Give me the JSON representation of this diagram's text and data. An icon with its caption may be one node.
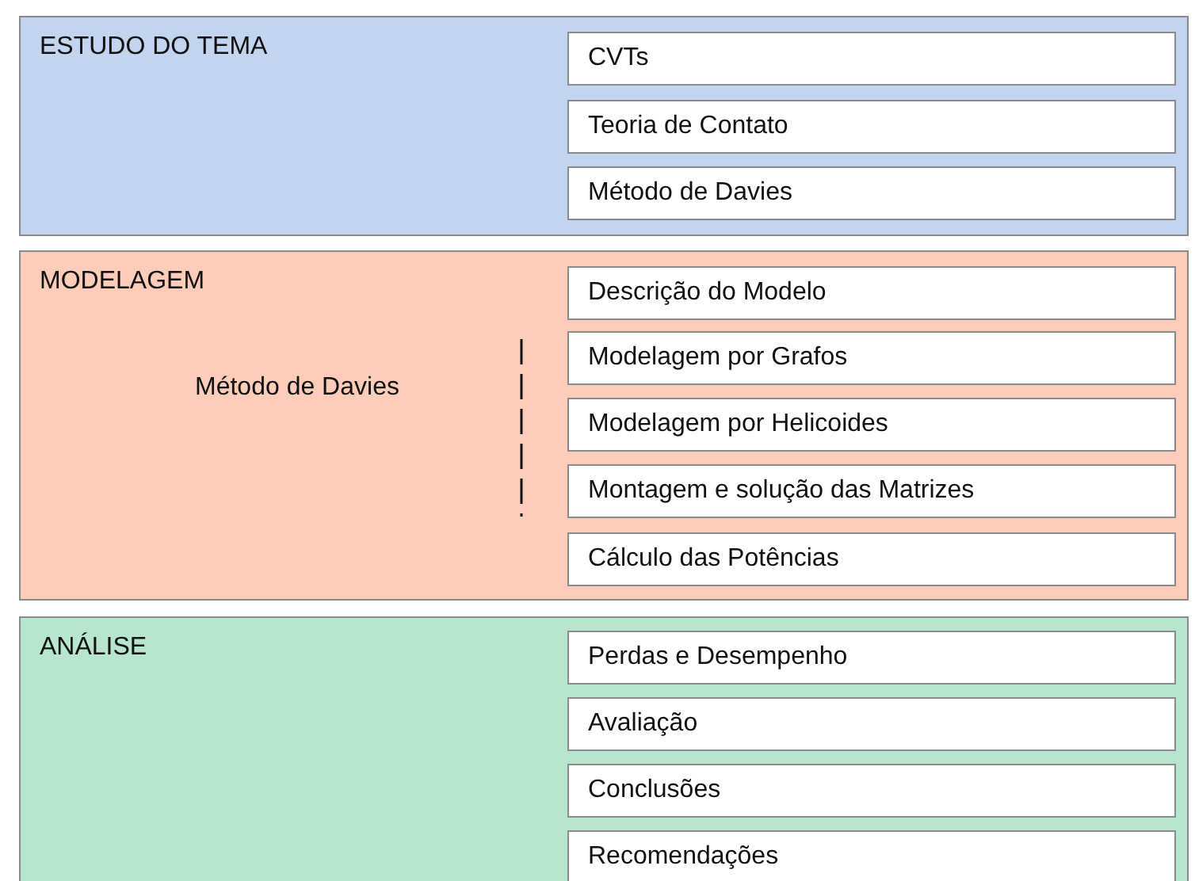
{
  "diagram": {
    "nodes": [
      {
        "text": [
          "ESTUDO DO TEMA"
        ]
      },
      {
        "text": [
          "CVTs"
        ],
        "in": 0
      },
      {
        "text": [
          "Teoria de Contato"
        ],
        "in": 0
      },
      {
        "text": [
          "Método de Davies"
        ],
        "in": 0
      },
      {
        "text": [
          "MODELAGEM"
        ]
      },
      {
        "text": [
          "Descrição do Modelo"
        ],
        "in": 4
      },
      {
        "text": [
          "Modelagem por Grafos"
        ],
        "in": 4
      },
      {
        "text": [
          "Modelagem por Helicoides"
        ],
        "in": 4
      },
      {
        "text": [
          "Montagem e solução das Matrizes"
        ],
        "in": 4
      },
      {
        "text": [
          "Cálculo das Potências"
        ],
        "in": 4
      },
      {
        "text": [
          "ANÁLISE"
        ]
      },
      {
        "text": [
          "Perdas e Desempenho"
        ],
        "in": 10
      },
      {
        "text": [
          "Avaliação"
        ],
        "in": 10
      },
      {
        "text": [
          "Conclusões"
        ],
        "in": 10
      },
      {
        "text": [
          "Recomendações"
        ],
        "in": 10
      }
    ],
    "labels": [
      "Método de Davies"
    ]
  }
}
